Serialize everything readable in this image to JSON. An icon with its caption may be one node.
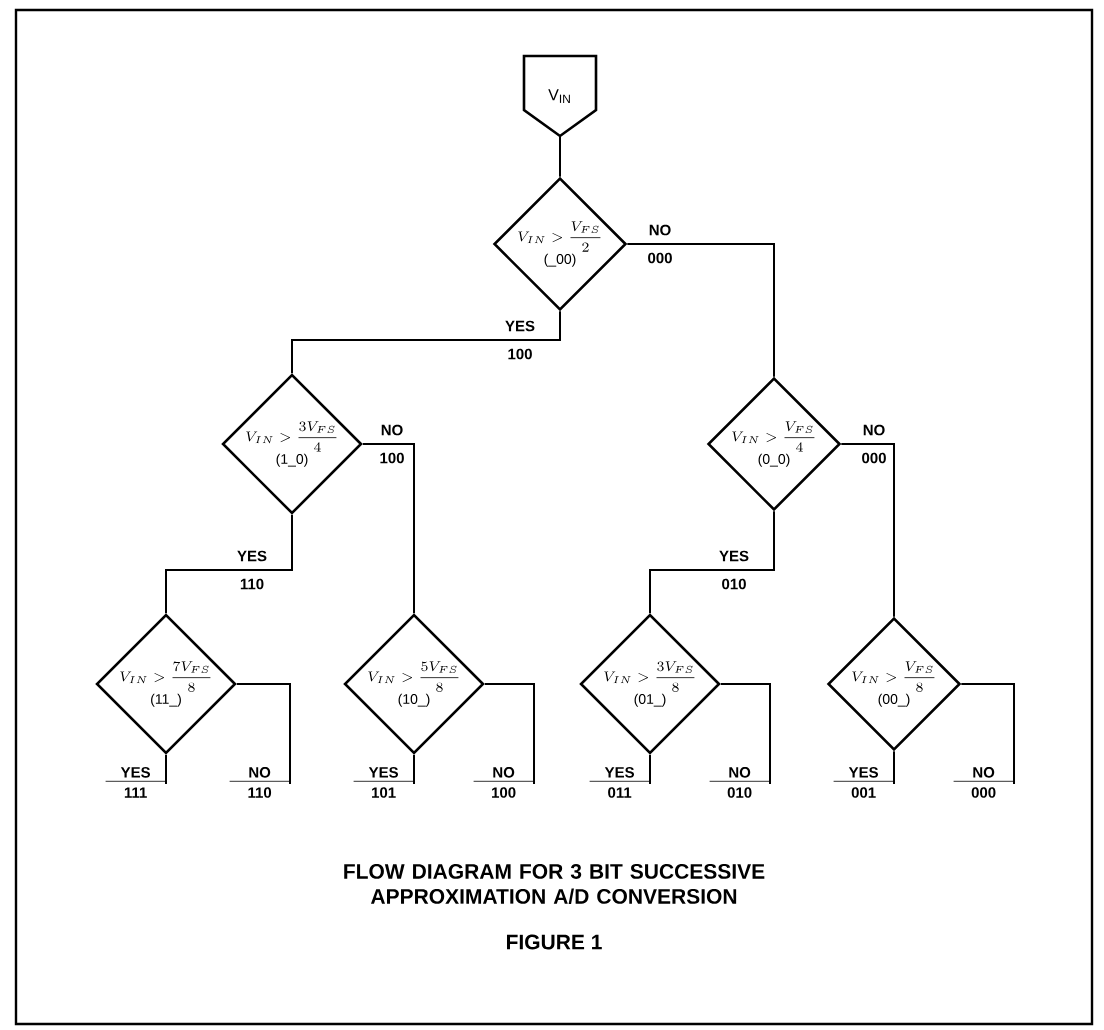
{
  "diagram": {
    "title": "FLOW DIAGRAM FOR 3 BIT SUCCESSIVE APPROXIMATION A/D CONVERSION",
    "caption": "FIGURE 1",
    "nodes": [
      {
        "text": [
          "V$_{IN}$"
        ]
      },
      {
        "text": [
          "V_{IN} > \\frac{V_{FS}}{2}",
          "(_00)"
        ]
      },
      {
        "text": [
          "V_{IN} > \\frac{3V_{FS}}{4}",
          "(1_0)"
        ]
      },
      {
        "text": [
          "V_{IN} > \\frac{V_{FS}}{4}",
          "(0_0)"
        ]
      },
      {
        "text": [
          "V_{IN} > \\frac{7V_{FS}}{8}",
          "(11_)"
        ]
      },
      {
        "text": [
          "V_{IN} > \\frac{5V_{FS}}{8}",
          "(10_)"
        ]
      },
      {
        "text": [
          "V_{IN} > \\frac{3V_{FS}}{8}",
          "(01_)"
        ]
      },
      {
        "text": [
          "V_{IN} > \\frac{V_{FS}}{8}",
          "(00_)"
        ]
      },
      {
        "text": [
          "YES",
          "111"
        ]
      },
      {
        "text": [
          "NO",
          "110"
        ]
      },
      {
        "text": [
          "YES",
          "101"
        ]
      },
      {
        "text": [
          "NO",
          "100"
        ]
      },
      {
        "text": [
          "YES",
          "011"
        ]
      },
      {
        "text": [
          "NO",
          "010"
        ]
      },
      {
        "text": [
          "YES",
          "001"
        ]
      },
      {
        "text": [
          "NO",
          "000"
        ]
      }
    ],
    "edges": [
      {
        "from": 0,
        "to": 1,
        "arrow": "none"
      },
      {
        "from": 1,
        "to": 2,
        "arrow": "none",
        "label": "YES"
      },
      {
        "from": 1,
        "to": 3,
        "arrow": "none",
        "label": "NO"
      },
      {
        "from": 2,
        "to": 4,
        "arrow": "none",
        "label": "YES"
      },
      {
        "from": 2,
        "to": 5,
        "arrow": "none",
        "label": "NO"
      },
      {
        "from": 3,
        "to": 6,
        "arrow": "none",
        "label": "YES"
      },
      {
        "from": 3,
        "to": 7,
        "arrow": "none",
        "label": "NO"
      },
      {
        "from": 4,
        "to": 8,
        "arrow": "none"
      },
      {
        "from": 4,
        "to": 9,
        "arrow": "none"
      },
      {
        "from": 5,
        "to": 10,
        "arrow": "none"
      },
      {
        "from": 5,
        "to": 11,
        "arrow": "none"
      },
      {
        "from": 6,
        "to": 12,
        "arrow": "none"
      },
      {
        "from": 6,
        "to": 13,
        "arrow": "none"
      },
      {
        "from": 7,
        "to": 14,
        "arrow": "none"
      },
      {
        "from": 7,
        "to": 15,
        "arrow": "none"
      }
    ],
    "labels": [
      "100",
      "000",
      "110",
      "100",
      "010",
      "000"
    ]
  }
}
